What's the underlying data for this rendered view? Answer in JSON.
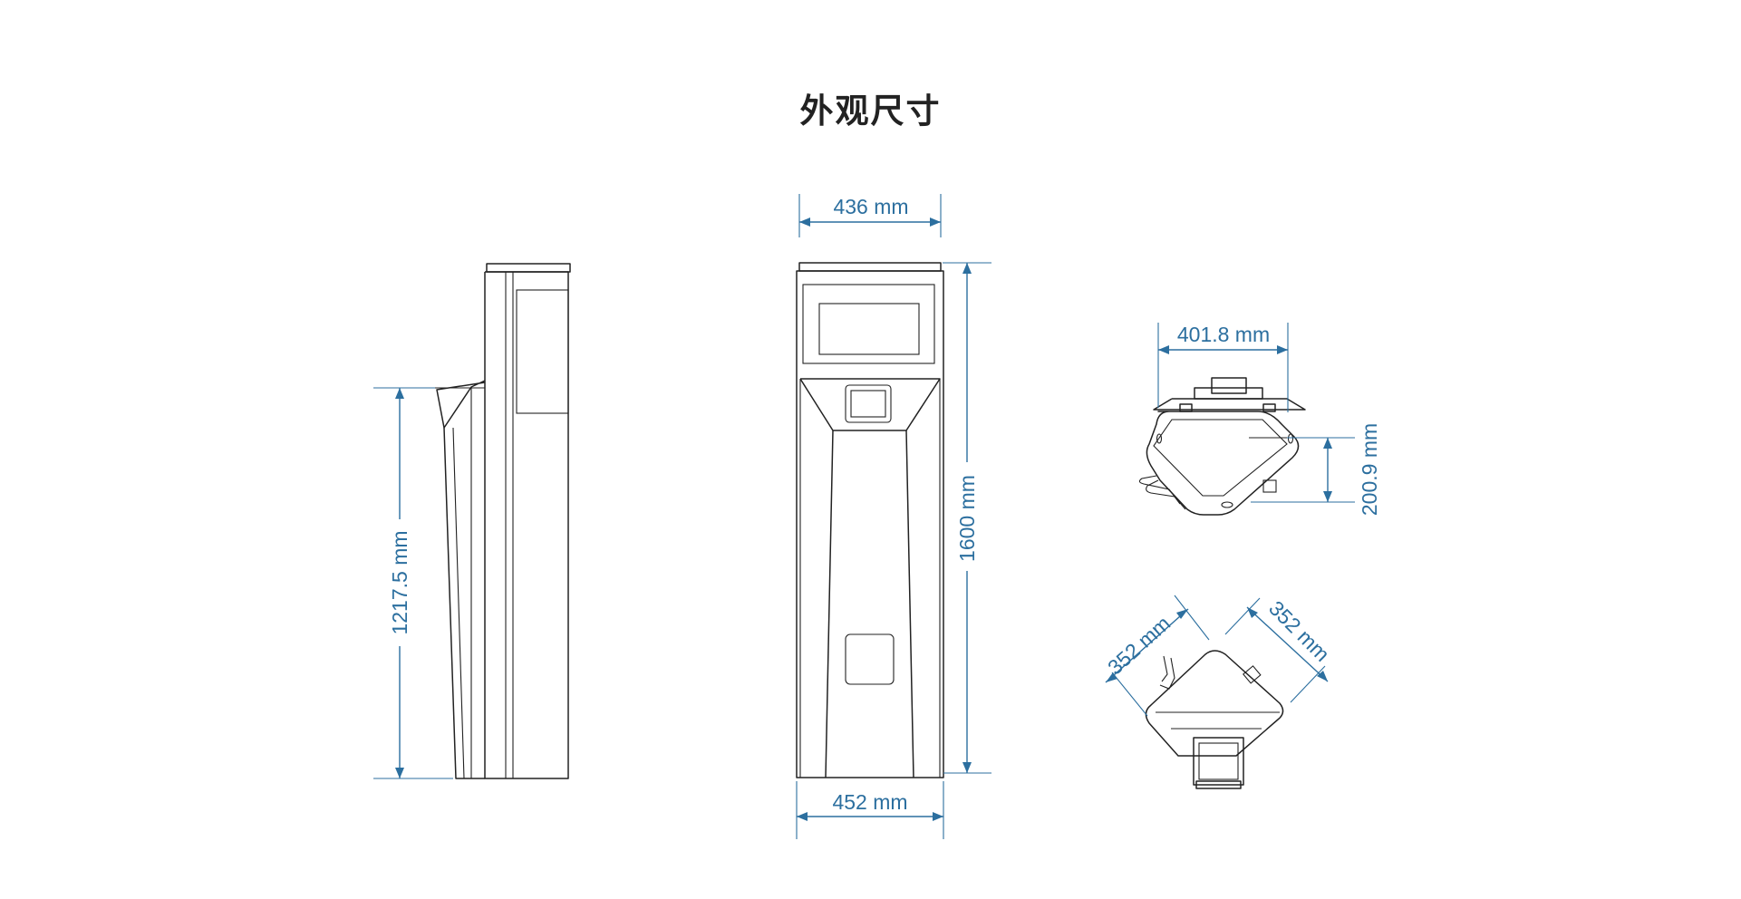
{
  "title": "外观尺寸",
  "colors": {
    "dimension": "#2c6f9f",
    "outline": "#222222",
    "title": "#222222",
    "background": "#ffffff"
  },
  "views": {
    "side": {
      "height_label": "1217.5 mm"
    },
    "front": {
      "top_width_label": "436 mm",
      "bottom_width_label": "452 mm",
      "height_label": "1600 mm"
    },
    "top": {
      "width_label": "401.8 mm",
      "depth_label": "200.9 mm"
    },
    "bottom": {
      "left_edge_label": "352 mm",
      "right_edge_label": "352 mm"
    }
  }
}
